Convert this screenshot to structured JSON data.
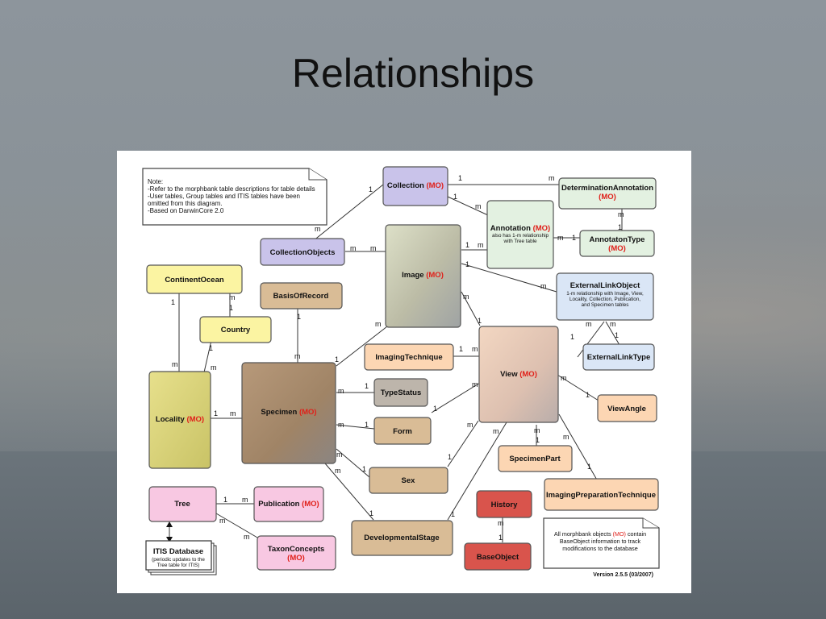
{
  "slide": {
    "title": "Relationships"
  },
  "note": {
    "lines": [
      "Note:",
      "-Refer to the morphbank table descriptions for table details",
      "-User tables, Group tables and ITIS tables have been",
      "omitted from this diagram.",
      "-Based on DarwinCore 2.0"
    ]
  },
  "mo_tag": "(MO)",
  "entities": {
    "collection": "Collection",
    "determination": "DeterminationAnnotation",
    "annotation": "Annotation",
    "annotation_sub1": "also has 1-m relationship",
    "annotation_sub2": "with Tree table",
    "annotation_type": "AnnotatonType",
    "collection_objects": "CollectionObjects",
    "image": "Image",
    "external_link_object": "ExternalLinkObject",
    "external_sub1": "1-m relationship with Image, View,",
    "external_sub2": "Locality, Collection, Publication,",
    "external_sub3": "and Specimen tables",
    "continent_ocean": "ContinentOcean",
    "basis_of_record": "BasisOfRecord",
    "country": "Country",
    "imaging_technique": "ImagingTechnique",
    "view": "View",
    "external_link_type": "ExternalLinkType",
    "locality": "Locality",
    "specimen": "Specimen",
    "type_status": "TypeStatus",
    "form": "Form",
    "view_angle": "ViewAngle",
    "specimen_part": "SpecimenPart",
    "sex": "Sex",
    "tree": "Tree",
    "publication": "Publication",
    "history": "History",
    "imaging_preparation": "ImagingPreparationTechnique",
    "developmental_stage": "DevelopmentalStage",
    "taxon_concepts": "TaxonConcepts",
    "base_object": "BaseObject"
  },
  "itis": {
    "title": "ITIS Database",
    "sub1": "(periodic updates to the",
    "sub2": "Tree table for ITIS)"
  },
  "base_note": {
    "line1a": "All morphbank objects",
    "line1b": "contain",
    "line2": "BaseObject information to track",
    "line3": "modifications to the database"
  },
  "version": "Version 2.5.5 (03/2007)",
  "colors": {
    "purple": "#c9c3ea",
    "green": "#e3f1e1",
    "blue": "#dae6f6",
    "yellow_light": "#fbf4a2",
    "yellow_dark": "#d9d57a",
    "tan": "#d9bc96",
    "brown": "#a48a6c",
    "peach": "#fcd6b3",
    "pink": "#f8c8e2",
    "red": "#d9544c",
    "gray": "#bdb5ab",
    "mo_red": "#e0201a"
  }
}
